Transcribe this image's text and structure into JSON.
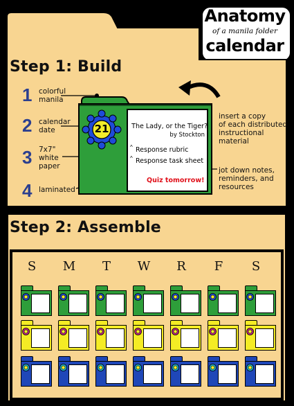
{
  "title": {
    "line1": "Anatomy",
    "line2": "of a manila folder",
    "line3": "calendar"
  },
  "step1": {
    "heading": "Step 1: Build"
  },
  "parts": [
    {
      "num": "1",
      "label": "colorful\nmanila"
    },
    {
      "num": "2",
      "label": "calendar\ndate"
    },
    {
      "num": "3",
      "label": "7x7\"\nwhite\npaper"
    },
    {
      "num": "4",
      "label": "laminated"
    }
  ],
  "folder": {
    "date": "21",
    "story_title": "The Lady, or the Tiger?",
    "author": "by Stockton",
    "items": [
      "Response rubric",
      "Response task sheet"
    ],
    "note": "Quiz tomorrow!"
  },
  "annotations": {
    "insert": "insert a copy\nof each distributed\ninstructional\nmaterial",
    "jot": "jot down notes,\nreminders, and\nresources"
  },
  "step2": {
    "heading": "Step 2: Assemble"
  },
  "days": [
    "S",
    "M",
    "T",
    "W",
    "R",
    "F",
    "S"
  ],
  "rows": [
    {
      "color": "#2e9e3a",
      "flower": "#1f4bd8",
      "center": "#f2ec2a"
    },
    {
      "color": "#f4ec25",
      "flower": "#c2238d",
      "center": "#f2ec2a"
    },
    {
      "color": "#1f47b8",
      "flower": "#20b3c6",
      "center": "#f2ec2a"
    }
  ],
  "colors": {
    "panel": "#f8d591",
    "green": "#2e9e3a",
    "blue_num": "#2b3f8f",
    "red_note": "#e0101a"
  }
}
